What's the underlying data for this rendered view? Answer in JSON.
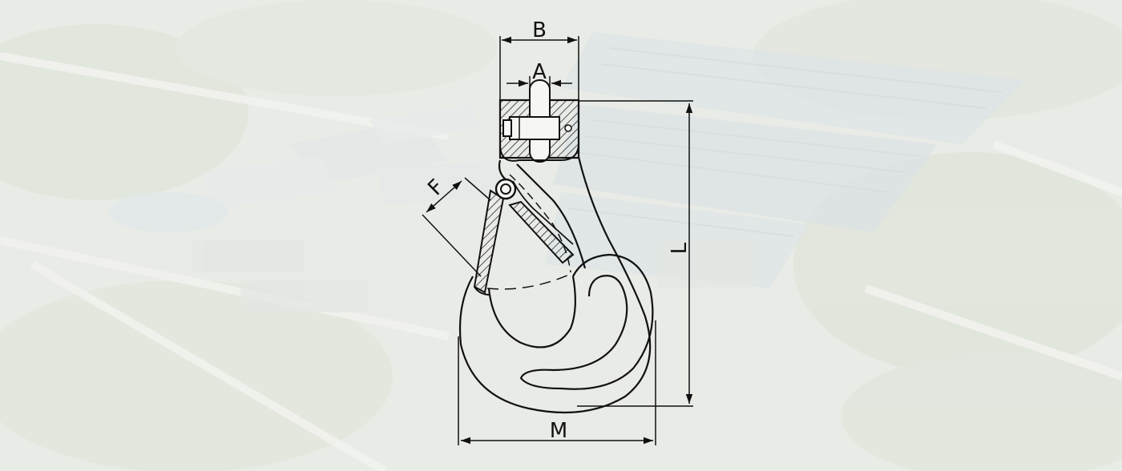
{
  "dimensions": {
    "B": "B",
    "A": "A",
    "F": "F",
    "L": "L",
    "M": "M"
  },
  "colors": {
    "line": "#111111",
    "background_tint": "#eef0ec"
  },
  "icons": [
    "background-aerial-photo",
    "hook-drawing"
  ]
}
